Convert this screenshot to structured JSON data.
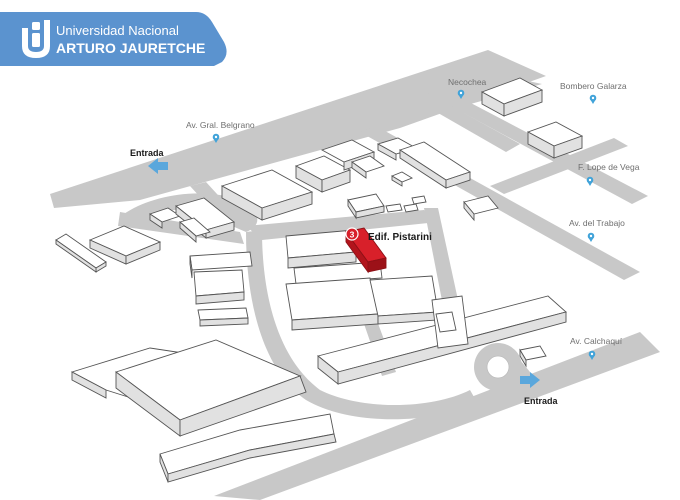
{
  "header": {
    "logo_line1": "Universidad Nacional",
    "logo_line2": "ARTURO JAURETCHE",
    "brand_color": "#5b93cf"
  },
  "streets": {
    "belgrano": "Av. Gral. Belgrano",
    "necochea": "Necochea",
    "bombero": "Bombero Galarza",
    "lope": "F. Lope de Vega",
    "trabajo": "Av. del Trabajo",
    "calchaqui": "Av. Calchaquí"
  },
  "entrances": {
    "north": "Entrada",
    "south": "Entrada"
  },
  "marker": {
    "number": "3",
    "label": "Edif. Pistarini",
    "color": "#d8202a"
  },
  "colors": {
    "road": "#c8c8c8",
    "pin": "#41a3d9",
    "entrance_arrow": "#5aa7dc"
  }
}
